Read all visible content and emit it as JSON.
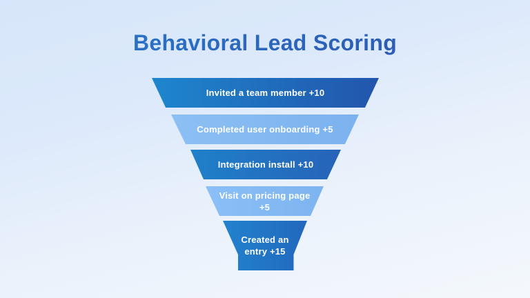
{
  "page": {
    "background_top_color": "#d7e6fa",
    "background_bottom_color": "#f4f8fd"
  },
  "title": {
    "text": "Behavioral Lead Scoring",
    "color_left": "#2a7bce",
    "color_right": "#2c52ab"
  },
  "funnel": {
    "levels": [
      {
        "id": "invited-team-member",
        "lines": [
          "Invited a team member +10"
        ],
        "color_left": "#1e86ce",
        "color_right": "#2255ac",
        "text_color": "#ffffff"
      },
      {
        "id": "completed-user-onboarding",
        "lines": [
          "Completed user onboarding +5"
        ],
        "color_left": "#8cc0f4",
        "color_right": "#7bb2ef",
        "text_color": "#ffffff"
      },
      {
        "id": "integration-install",
        "lines": [
          "Integration install +10"
        ],
        "color_left": "#1f80c9",
        "color_right": "#2763b8",
        "text_color": "#ffffff"
      },
      {
        "id": "visit-pricing-page",
        "lines": [
          "Visit on pricing page",
          "+5"
        ],
        "color_left": "#8ac0f6",
        "color_right": "#7db4f1",
        "text_color": "#ffffff"
      },
      {
        "id": "created-entry",
        "lines": [
          "Created an",
          "entry +15"
        ],
        "color_left": "#2282cd",
        "color_right": "#2268be",
        "text_color": "#ffffff"
      }
    ]
  }
}
